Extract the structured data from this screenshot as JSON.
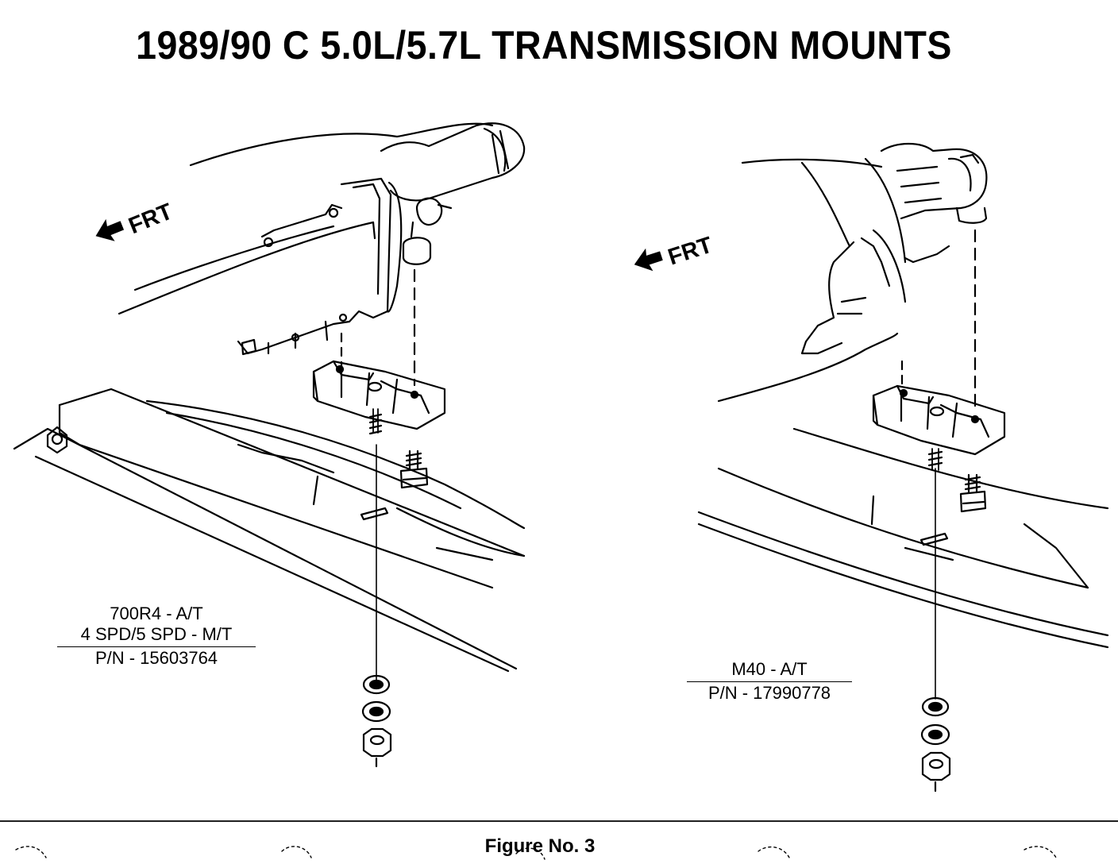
{
  "title": "1989/90 C 5.0L/5.7L TRANSMISSION MOUNTS",
  "left_view": {
    "direction_label": "FRT",
    "application_line1": "700R4 - A/T",
    "application_line2": "4 SPD/5 SPD - M/T",
    "part_number": "P/N - 15603764"
  },
  "right_view": {
    "direction_label": "FRT",
    "application_line1": "M40 - A/T",
    "part_number": "P/N - 17990778"
  },
  "caption": "Figure No. 3",
  "colors": {
    "ink": "#000000",
    "paper": "#ffffff"
  },
  "icons": [
    "front-direction-arrow-icon"
  ]
}
